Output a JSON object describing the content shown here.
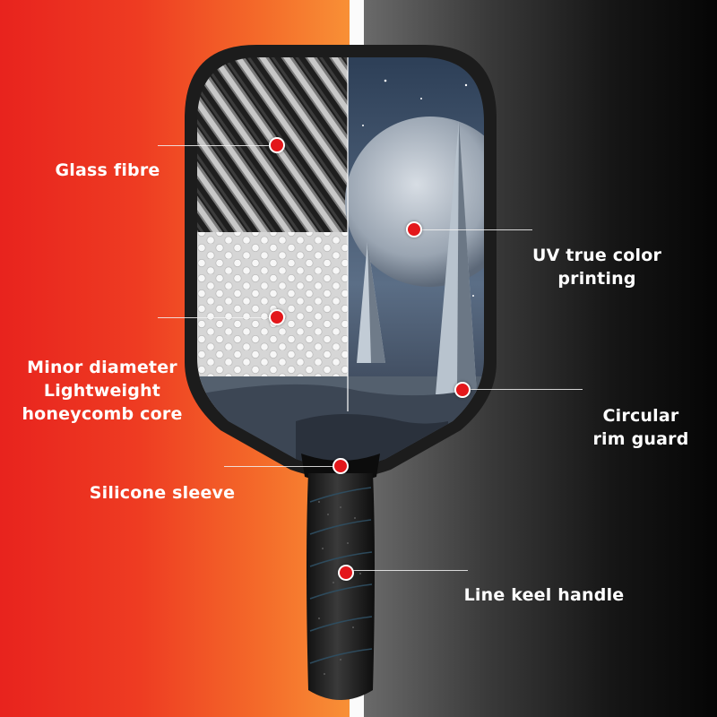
{
  "labels": {
    "glass_fibre": "Glass fibre",
    "uv_printing": "UV true color printing",
    "core_line1": "Minor diameter",
    "core_line2": "Lightweight",
    "core_line3": "honeycomb core",
    "rim_line1": "Circular",
    "rim_line2": "rim guard",
    "silicone": "Silicone sleeve",
    "handle": "Line keel handle"
  },
  "colors": {
    "accent_red": "#e3171b",
    "left_bg_start": "#e8231e",
    "left_bg_end": "#f89036",
    "right_bg_start": "#6a6a6a",
    "right_bg_end": "#050505"
  }
}
